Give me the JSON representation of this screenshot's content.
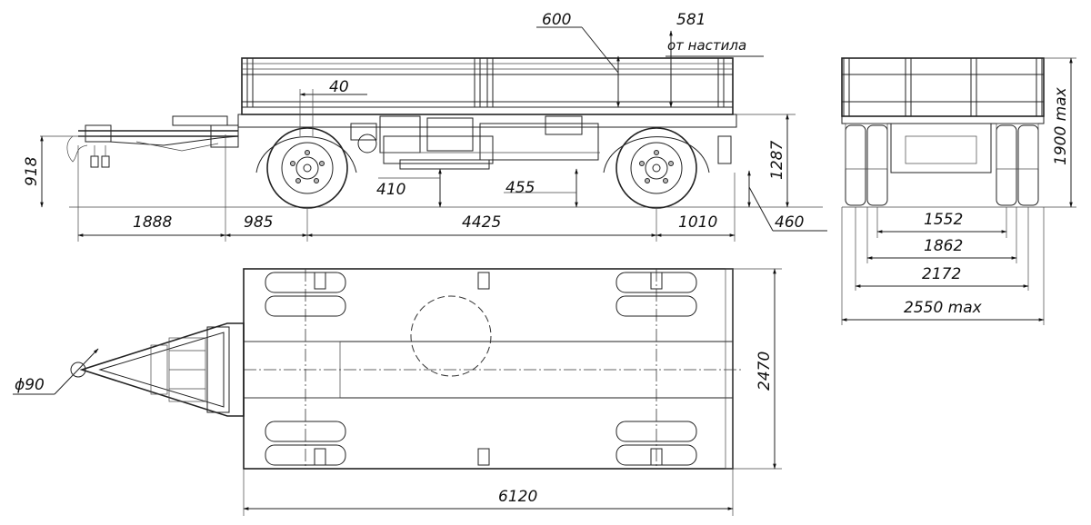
{
  "side_view": {
    "top_dims": {
      "d600": "600",
      "d581": "581",
      "from_deck": "от настила",
      "d40": "40"
    },
    "height_dims": {
      "d918": "918",
      "d1287": "1287",
      "d410": "410",
      "d455": "455",
      "d460": "460"
    },
    "length_dims": {
      "d1888": "1888",
      "d985": "985",
      "d4425": "4425",
      "d1010": "1010"
    }
  },
  "front_view": {
    "d1900": "1900 max",
    "d1552": "1552",
    "d1862": "1862",
    "d2172": "2172",
    "d2550": "2550 max"
  },
  "top_view": {
    "d2470": "2470",
    "d6120": "6120",
    "d90": "ϕ90"
  }
}
